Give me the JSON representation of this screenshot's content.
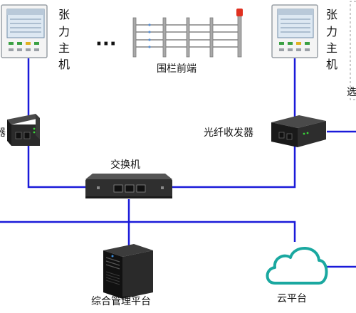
{
  "diagram": {
    "left_host_label": [
      "张",
      "力",
      "主",
      "机"
    ],
    "right_host_label": [
      "张",
      "力",
      "主",
      "机"
    ],
    "ellipsis": "···",
    "fence_label": "围栏前端",
    "left_transceiver_label": "器",
    "right_transceiver_label": "光纤收发器",
    "switch_label": "交换机",
    "platform_label": "综合管理平台",
    "cloud_label": "云平台",
    "edge_text": "选"
  },
  "colors": {
    "link": "#1a1ad9",
    "fence_post": "#8a8a8a",
    "fence_wire": "#6a6a6a",
    "alarm_light": "#e03020",
    "cloud_stroke": "#1aa8a0",
    "cloud_fill": "#ffffff",
    "device_dark": "#2a2a2a",
    "panel_bg": "#e6e6e6",
    "screen": "#dde8f2"
  },
  "icons": {
    "host": "control-panel-icon",
    "fence": "fence-icon",
    "transceiver": "fiber-transceiver-icon",
    "switch": "network-switch-icon",
    "server": "server-tower-icon",
    "cloud": "cloud-icon"
  }
}
